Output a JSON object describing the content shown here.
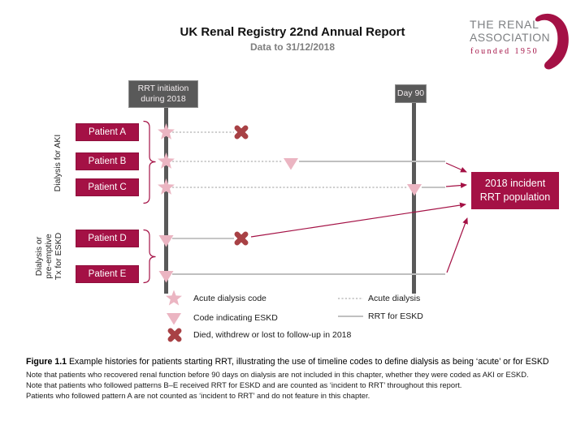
{
  "header": {
    "title": "UK Renal Registry 22nd Annual Report",
    "subtitle": "Data to 31/12/2018"
  },
  "logo": {
    "line1": "THE RENAL",
    "line2": "ASSOCIATION",
    "line3": "founded 1950"
  },
  "timelines": {
    "rrt_initiation_label": "RRT initiation during 2018",
    "day90_label": "Day 90"
  },
  "groups": [
    {
      "label": "Dialysis for AKI",
      "patients": [
        "Patient A",
        "Patient B",
        "Patient C"
      ]
    },
    {
      "label": "Dialysis or pre-emptive Tx for ESKD",
      "patients": [
        "Patient D",
        "Patient E"
      ]
    }
  ],
  "incident_box": {
    "label": "2018 incident RRT population"
  },
  "legend": {
    "symbols": [
      {
        "icon": "star-icon",
        "label": "Acute dialysis code"
      },
      {
        "icon": "triangle-down-icon",
        "label": "Code indicating ESKD"
      },
      {
        "icon": "cross-icon",
        "label": "Died, withdrew or lost to follow-up in 2018"
      }
    ],
    "lines": [
      {
        "style": "dotted",
        "label": "Acute dialysis"
      },
      {
        "style": "solid",
        "label": "RRT for ESKD"
      }
    ]
  },
  "caption": {
    "figure_label": "Figure 1.1",
    "figure_text": " Example histories for patients starting RRT, illustrating the use of timeline codes to define dialysis as being ‘acute’ or for ESKD",
    "notes": [
      "Note that patients who recovered renal function before 90 days on dialysis are not included in this chapter, whether they were coded as AKI or ESKD.",
      "Note that patients who followed patterns B–E received RRT for ESKD and are counted as ‘incident to RRT’ throughout this report.",
      "Patients who followed pattern A are not counted as ‘incident to RRT’ and do not feature in this chapter."
    ]
  },
  "colors": {
    "maroon": "#a41145",
    "pink_symbol": "#ebb5c2",
    "cross_red": "#a84145",
    "timeline_gray": "#595959",
    "dotted_gray": "#9e9e9e",
    "solid_gray": "#bfbfbf"
  }
}
